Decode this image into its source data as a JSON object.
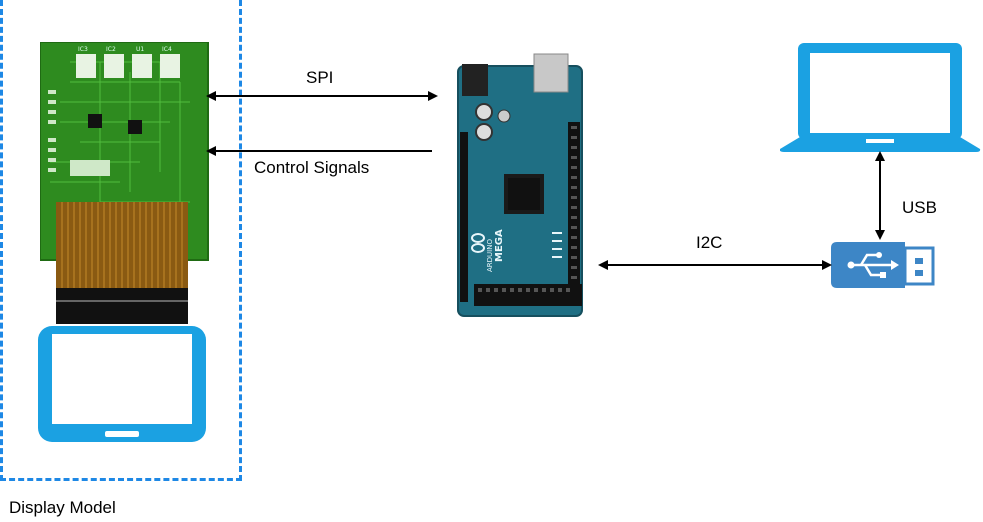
{
  "labels": {
    "spi": "SPI",
    "control_signals": "Control Signals",
    "i2c": "I2C",
    "usb": "USB",
    "display_model": "Display Model"
  },
  "board": {
    "arduino_text": "ARDUINO",
    "mega_text": "MEGA",
    "ic_labels": [
      "IC3",
      "IC2",
      "U1",
      "IC4"
    ]
  },
  "colors": {
    "dashed_border": "#1e88e5",
    "device_blue": "#1ba1e2",
    "usb_blue": "#3d86c6",
    "pcb_green": "#2e8b1f",
    "arduino_teal": "#1f6f84"
  }
}
